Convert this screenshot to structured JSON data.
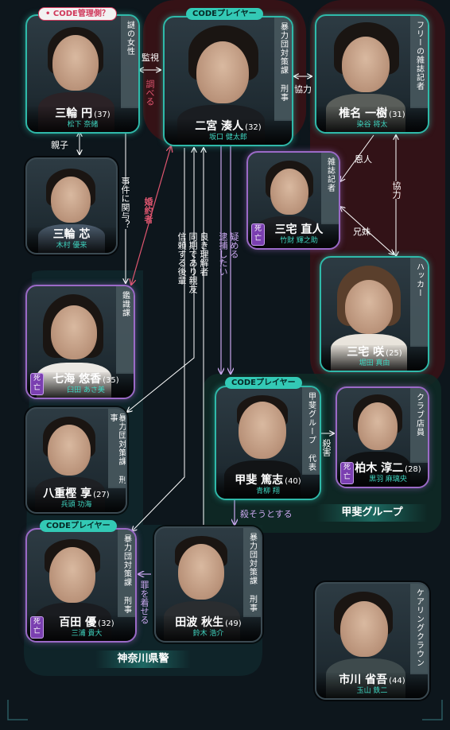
{
  "groups": {
    "kai": "甲斐グループ",
    "kanagawa": "神奈川県警"
  },
  "tags": {
    "code_admin": "• CODE管理側？",
    "code_player": "CODEプレイヤー"
  },
  "dead_mark": "死亡",
  "characters": {
    "miwa_madoka": {
      "name": "三輪 円",
      "age": "(37)",
      "actor": "松下 奈緒",
      "role": "謎の女性"
    },
    "ninomiya": {
      "name": "二宮 湊人",
      "age": "(32)",
      "actor": "坂口 健太郎",
      "role": "暴力団対策課 刑事"
    },
    "shiina": {
      "name": "椎名 一樹",
      "age": "(31)",
      "actor": "染谷 将太",
      "role": "フリーの雑誌記者"
    },
    "miwa_shin": {
      "name": "三輪 芯",
      "age": "",
      "actor": "木村 優来",
      "role": ""
    },
    "miyake_naoto": {
      "name": "三宅 直人",
      "age": "",
      "actor": "竹財 輝之助",
      "role": "雑誌記者"
    },
    "miyake_saki": {
      "name": "三宅 咲",
      "age": "(25)",
      "actor": "堀田 真由",
      "role": "ハッカー"
    },
    "nanami": {
      "name": "七海 悠香",
      "age": "(35)",
      "actor": "臼田 あさ美",
      "role": "鑑識課"
    },
    "yaegashi": {
      "name": "八重樫 享",
      "age": "(27)",
      "actor": "兵頭 功海",
      "role": "暴力団対策課 刑事"
    },
    "kai": {
      "name": "甲斐 篤志",
      "age": "(40)",
      "actor": "青柳 翔",
      "role": "甲斐グループ 代表"
    },
    "kashiwagi": {
      "name": "柏木 淳二",
      "age": "(28)",
      "actor": "黒羽 麻璃央",
      "role": "クラブ店員"
    },
    "momota": {
      "name": "百田 優",
      "age": "(32)",
      "actor": "三浦 貴大",
      "role": "暴力団対策課 刑事"
    },
    "tanami": {
      "name": "田波 秋生",
      "age": "(49)",
      "actor": "鈴木 浩介",
      "role": "暴力団対策課 刑事"
    },
    "ichikawa": {
      "name": "市川 省吾",
      "age": "(44)",
      "actor": "玉山 鉄二",
      "role": "ケアリングクラウン"
    }
  },
  "relations": {
    "kanshi": "監視",
    "shiraberu": "調べる",
    "kyoryoku1": "協力",
    "oyako": "親子",
    "jiken": "事件に関与？",
    "konyaku": "婚約者",
    "onjin": "恩人",
    "kyoryoku2": "協力",
    "kyodai": "兄妹",
    "utagau": "疑める",
    "taiho": "逮捕したい",
    "ryoki": "良き理解者",
    "doki": "同期であり親友",
    "shinrai": "信頼する後輩",
    "satsugai": "殺害",
    "korosou": "殺そうとする",
    "tsumi": "罪を着せる"
  },
  "colors": {
    "teal": "#2fb9a9",
    "purple": "#9b6ac7",
    "pink": "#e05670",
    "lavender": "#c9a7ee"
  }
}
